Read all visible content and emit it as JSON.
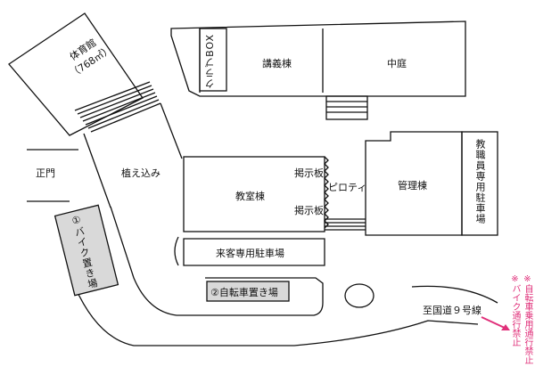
{
  "map": {
    "gym": {
      "name": "体育館",
      "area": "（768㎡）"
    },
    "main_gate": "正門",
    "planting": "植え込み",
    "club_box": "クラブBOX",
    "lecture_hall": "講義棟",
    "courtyard": "中庭",
    "bulletin_board_1": "掲示板",
    "bulletin_board_2": "掲示板",
    "classroom": "教室棟",
    "piloti": "ピロティ",
    "admin": "管理棟",
    "staff_parking": "教職員専用駐車場",
    "visitor_parking": "来客専用駐車場",
    "bike_parking": "①バイク置き場",
    "bicycle_parking": "②自転車置き場",
    "to_route": "至国道９号線",
    "notice": [
      "※自転車乗用通行禁止",
      "※バイク通行禁止"
    ],
    "colors": {
      "line": "#111111",
      "notice": "#e0307a",
      "lot_fill": "#d9d9d9"
    }
  }
}
